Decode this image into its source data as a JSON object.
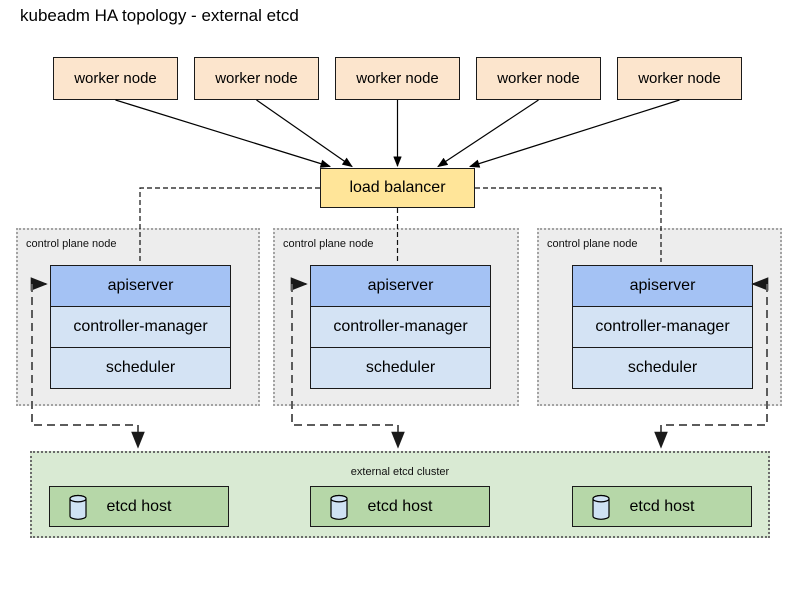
{
  "title": "kubeadm HA topology - external etcd",
  "colors": {
    "worker_fill": "#fce5cd",
    "load_balancer_fill": "#ffe599",
    "apiserver_fill": "#a4c2f4",
    "component_fill": "#d4e3f4",
    "control_plane_bg": "#ededed",
    "etcd_cluster_bg": "#d9ead3",
    "etcd_host_fill": "#b6d7a8",
    "cylinder_fill": "#cfe2f3"
  },
  "workers": [
    {
      "label": "worker node"
    },
    {
      "label": "worker node"
    },
    {
      "label": "worker node"
    },
    {
      "label": "worker node"
    },
    {
      "label": "worker node"
    }
  ],
  "load_balancer": {
    "label": "load balancer"
  },
  "control_planes": [
    {
      "label": "control plane node",
      "components": [
        {
          "label": "apiserver"
        },
        {
          "label": "controller-manager"
        },
        {
          "label": "scheduler"
        }
      ]
    },
    {
      "label": "control plane node",
      "components": [
        {
          "label": "apiserver"
        },
        {
          "label": "controller-manager"
        },
        {
          "label": "scheduler"
        }
      ]
    },
    {
      "label": "control plane node",
      "components": [
        {
          "label": "apiserver"
        },
        {
          "label": "controller-manager"
        },
        {
          "label": "scheduler"
        }
      ]
    }
  ],
  "etcd": {
    "cluster_label": "external etcd cluster",
    "hosts": [
      {
        "label": "etcd host",
        "icon": "database-cylinder"
      },
      {
        "label": "etcd host",
        "icon": "database-cylinder"
      },
      {
        "label": "etcd host",
        "icon": "database-cylinder"
      }
    ]
  }
}
